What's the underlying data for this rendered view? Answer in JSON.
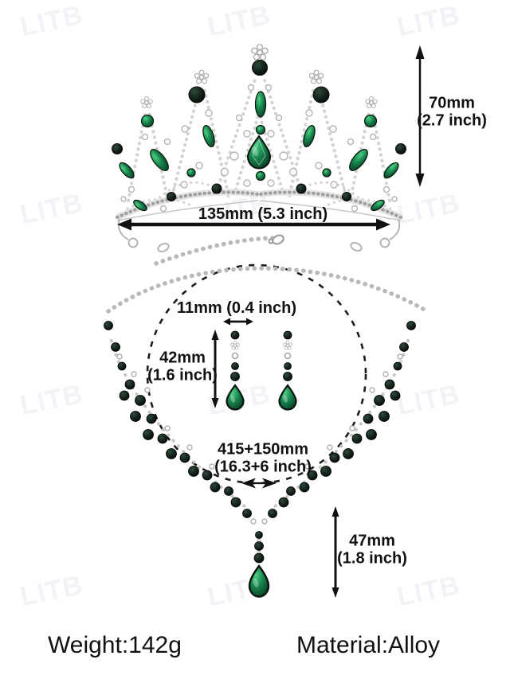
{
  "watermark": {
    "text": "LITB"
  },
  "dimensions": {
    "tiara_height": {
      "line1": "70mm",
      "line2": "(2.7 inch)"
    },
    "tiara_width": {
      "line1": "135mm (5.3 inch)"
    },
    "earring_width": {
      "line1": "11mm (0.4 inch)"
    },
    "earring_height": {
      "line1": "42mm",
      "line2": "(1.6 inch)"
    },
    "necklace_length": {
      "line1": "415+150mm",
      "line2": "(16.3+6 inch)"
    },
    "pendant_drop": {
      "line1": "47mm",
      "line2": "(1.8 inch)"
    }
  },
  "footer": {
    "weight": "Weight:142g",
    "material": "Material:Alloy"
  },
  "colors": {
    "emerald": "#11814b",
    "dark_gem": "#0e1d14",
    "silver": "#c0c3c8",
    "arrow": "#111111",
    "text": "#111111",
    "watermark": "#f1f3f7"
  }
}
